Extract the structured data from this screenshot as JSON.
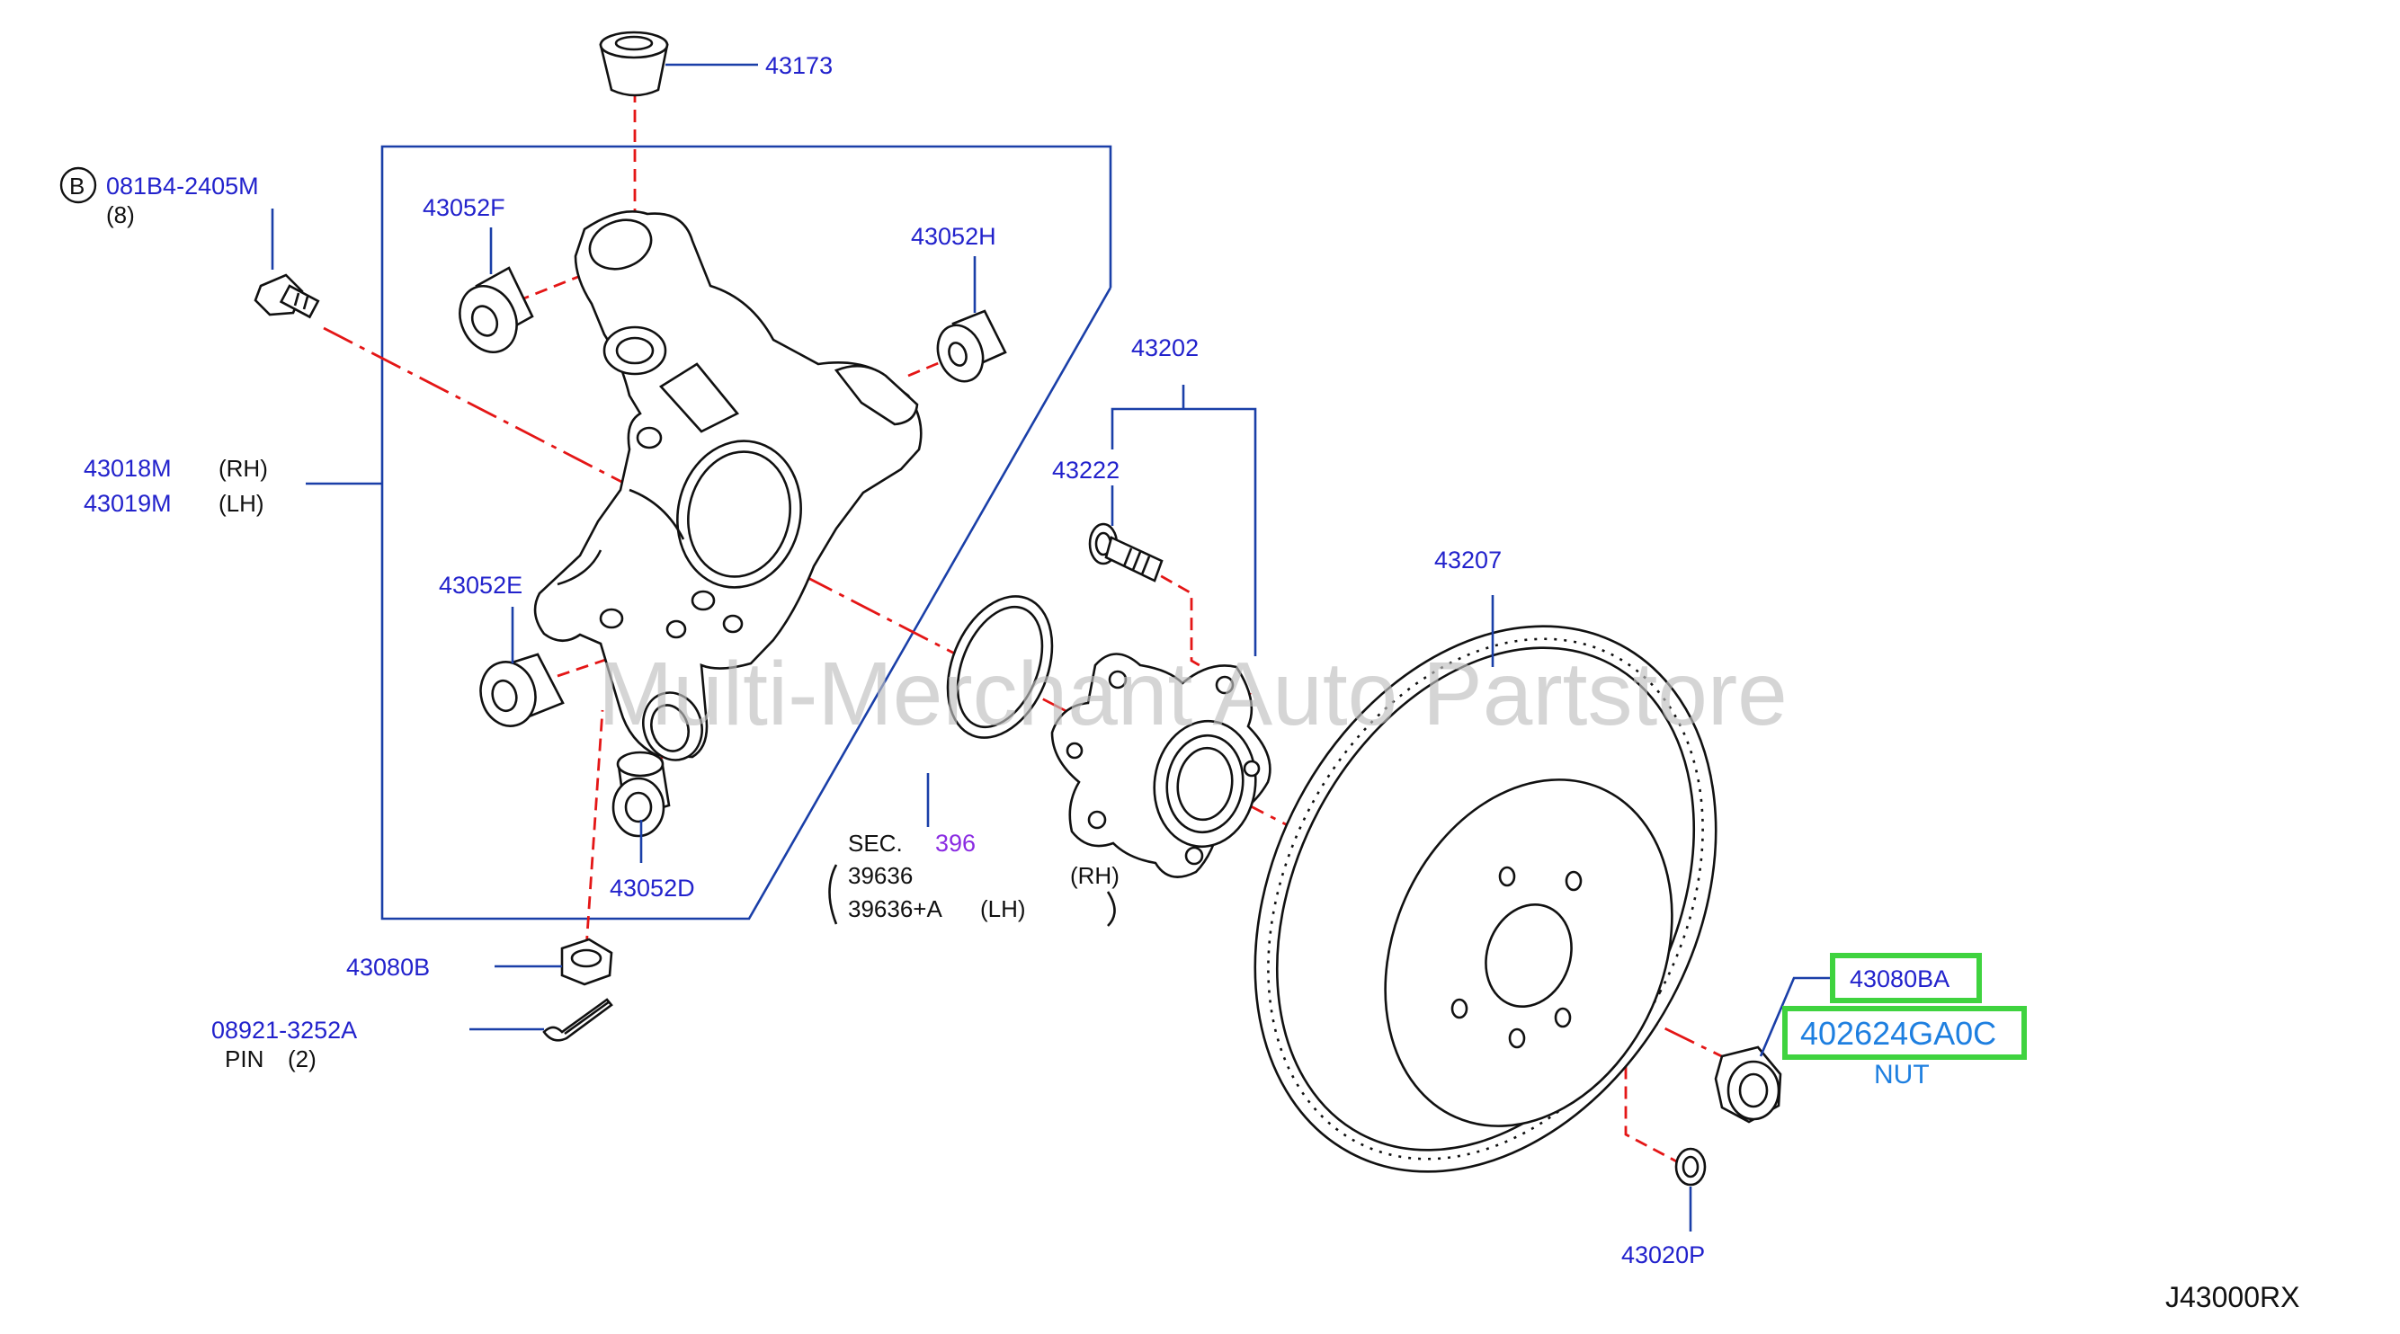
{
  "labels": {
    "p43173": "43173",
    "bolt_code": "081B4-2405M",
    "bolt_qty": "(8)",
    "bolt_circle": "B",
    "p43052F": "43052F",
    "p43052H": "43052H",
    "p43018M": "43018M",
    "p43019M": "43019M",
    "rh": "(RH)",
    "lh": "(LH)",
    "p43052E": "43052E",
    "p43052D": "43052D",
    "p43202": "43202",
    "p43222": "43222",
    "p43207": "43207",
    "sec": "SEC.",
    "sec_num": "396",
    "p39636": "39636",
    "p39636_rh": "(RH)",
    "p39636A": "39636+A",
    "p39636A_lh": "(LH)",
    "p43080B": "43080B",
    "p08921": "08921-3252A",
    "pin": "PIN",
    "pin_qty": "(2)",
    "p43080BA": "43080BA",
    "highlight_part": "402624GA0C",
    "nut": "NUT",
    "p43020P": "43020P",
    "diagram_code": "J43000RX"
  },
  "watermark": "Multi-Merchant Auto Partstore",
  "colors": {
    "label": "#2222cc",
    "center_line": "#e41616",
    "highlight": "#3fd33f",
    "highlight_text": "#1e7fe0"
  }
}
